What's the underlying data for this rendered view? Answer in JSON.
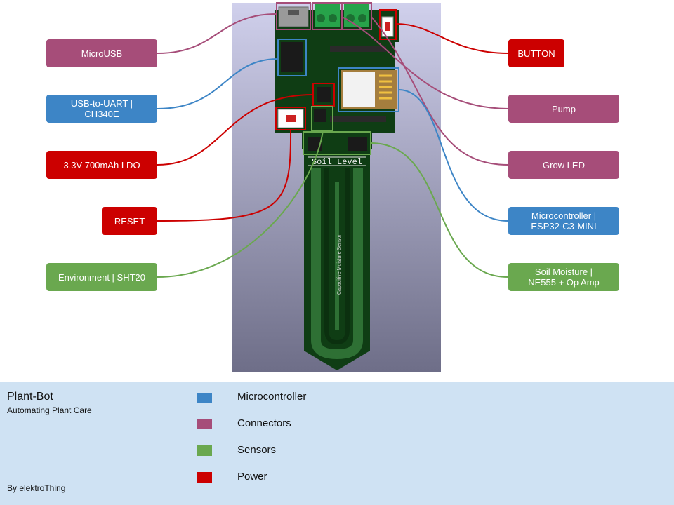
{
  "colors": {
    "microcontroller": "#3d85c6",
    "connectors": "#a64d79",
    "sensors": "#6aa84f",
    "power": "#cc0000"
  },
  "board": {
    "silk_label": "Soil Level",
    "sensor_text": "Capacitive Moisture Sensor"
  },
  "labels": [
    {
      "id": "microusb",
      "text": "MicroUSB",
      "category": "connectors"
    },
    {
      "id": "usb-uart",
      "text": "USB-to-UART |\nCH340E",
      "category": "microcontroller"
    },
    {
      "id": "ldo",
      "text": "3.3V 700mAh LDO",
      "category": "power"
    },
    {
      "id": "reset",
      "text": "RESET",
      "category": "power"
    },
    {
      "id": "environment",
      "text": "Environment | SHT20",
      "category": "sensors"
    },
    {
      "id": "button",
      "text": "BUTTON",
      "category": "power"
    },
    {
      "id": "pump",
      "text": "Pump",
      "category": "connectors"
    },
    {
      "id": "grow-led",
      "text": "Grow LED",
      "category": "connectors"
    },
    {
      "id": "mcu",
      "text": "Microcontroller |\nESP32-C3-MINI",
      "category": "microcontroller"
    },
    {
      "id": "soil",
      "text": "Soil Moisture |\nNE555 + Op Amp",
      "category": "sensors"
    }
  ],
  "footer": {
    "title": "Plant-Bot",
    "subtitle": "Automating Plant Care",
    "byline": "By elektroThing"
  },
  "legend": [
    {
      "label": "Microcontroller",
      "category": "microcontroller"
    },
    {
      "label": "Connectors",
      "category": "connectors"
    },
    {
      "label": "Sensors",
      "category": "sensors"
    },
    {
      "label": "Power",
      "category": "power"
    }
  ]
}
